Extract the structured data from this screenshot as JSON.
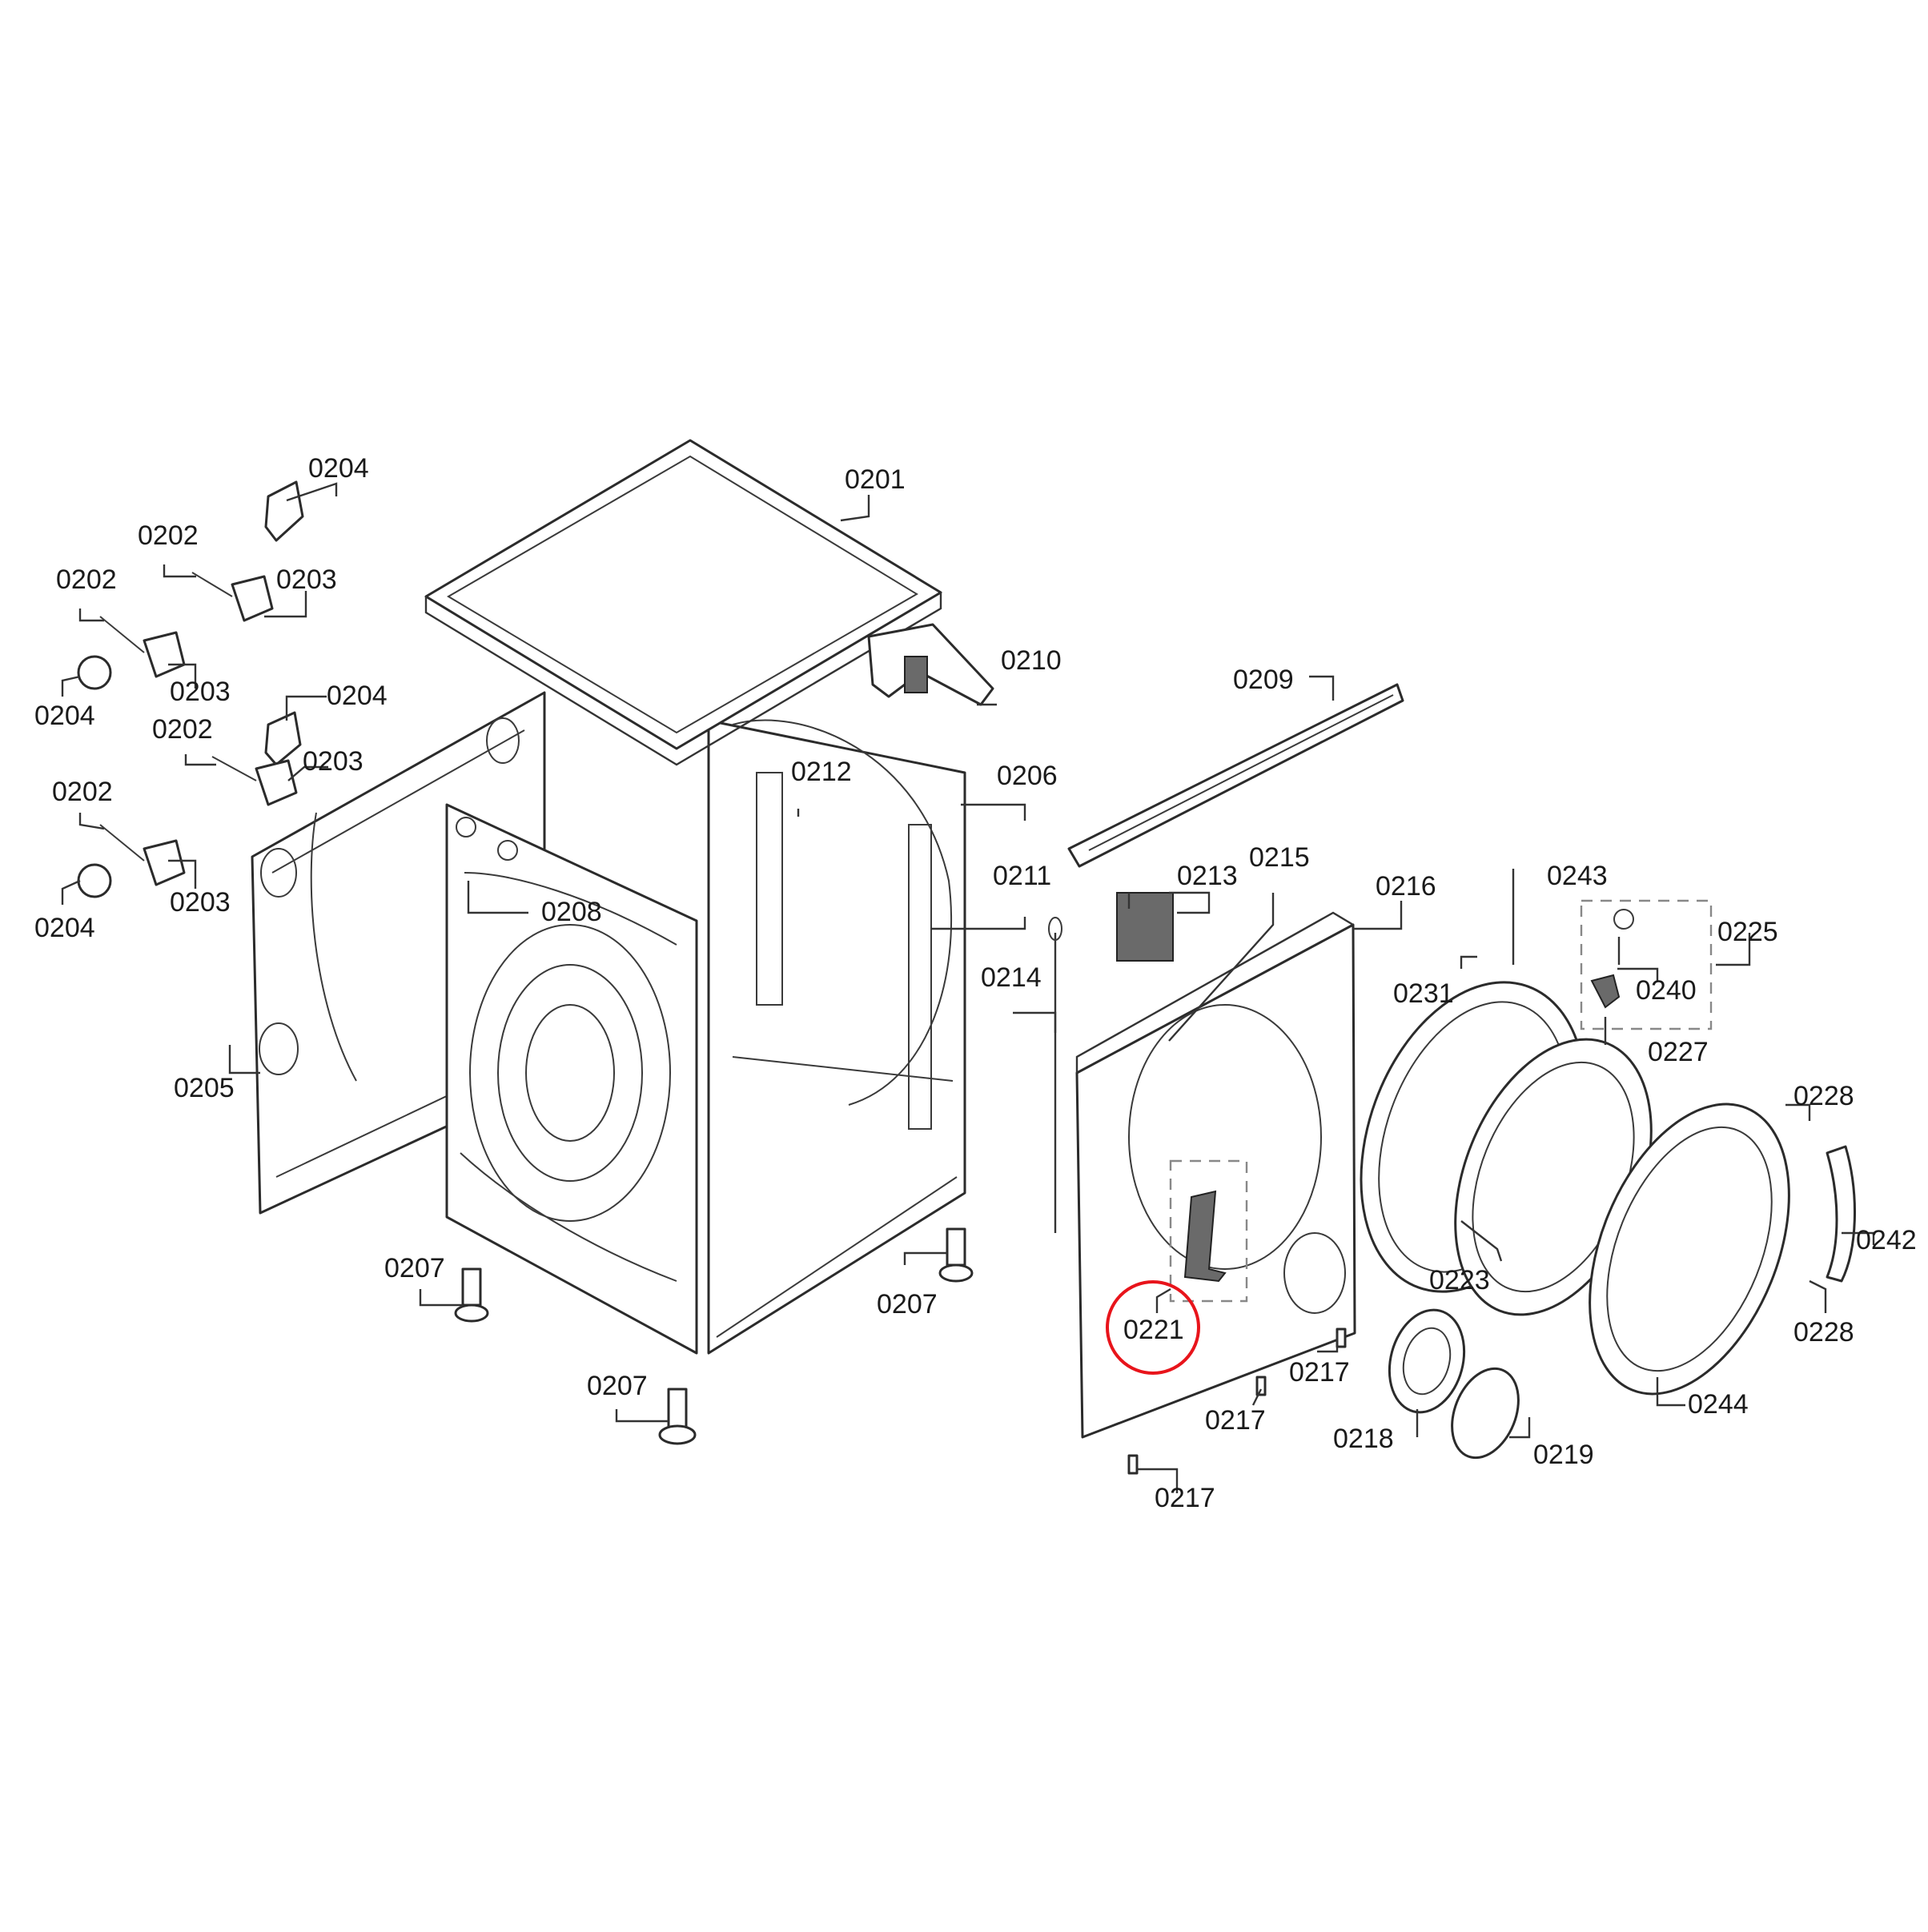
{
  "labels": {
    "l0201": "0201",
    "l0202a": "0202",
    "l0202b": "0202",
    "l0202c": "0202",
    "l0202d": "0202",
    "l0203a": "0203",
    "l0203b": "0203",
    "l0203c": "0203",
    "l0203d": "0203",
    "l0204a": "0204",
    "l0204b": "0204",
    "l0204c": "0204",
    "l0204d": "0204",
    "l0205": "0205",
    "l0206": "0206",
    "l0207a": "0207",
    "l0207b": "0207",
    "l0207c": "0207",
    "l0208": "0208",
    "l0209": "0209",
    "l0210": "0210",
    "l0211": "0211",
    "l0212": "0212",
    "l0213": "0213",
    "l0214": "0214",
    "l0215": "0215",
    "l0216": "0216",
    "l0217a": "0217",
    "l0217b": "0217",
    "l0217c": "0217",
    "l0218": "0218",
    "l0219": "0219",
    "l0221": "0221",
    "l0223": "0223",
    "l0225": "0225",
    "l0227": "0227",
    "l0228a": "0228",
    "l0228b": "0228",
    "l0231": "0231",
    "l0240": "0240",
    "l0242": "0242",
    "l0243": "0243",
    "l0244": "0244"
  },
  "highlight": {
    "target": "0221",
    "color": "#e8141b"
  }
}
